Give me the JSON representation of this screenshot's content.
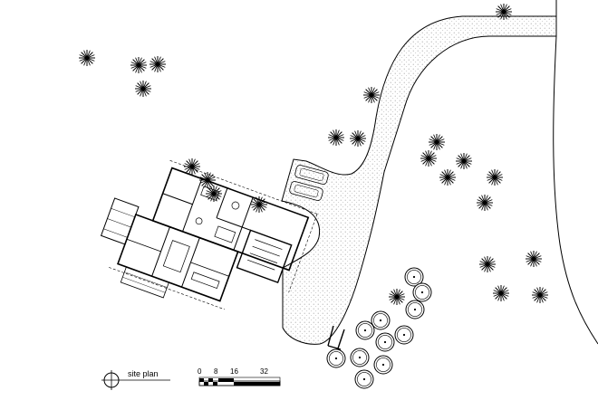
{
  "legend": {
    "title": "site plan",
    "scale_ticks": [
      "0",
      "8",
      "16",
      "32"
    ],
    "north_icon": "north-arrow-icon"
  },
  "colors": {
    "ink": "#000000",
    "paper": "#ffffff",
    "paving_dots": "#9a9a9a"
  },
  "icons": {
    "tree": "tree-symbol-icon",
    "shrub": "shrub-circle-icon",
    "car": "parked-car-icon"
  }
}
